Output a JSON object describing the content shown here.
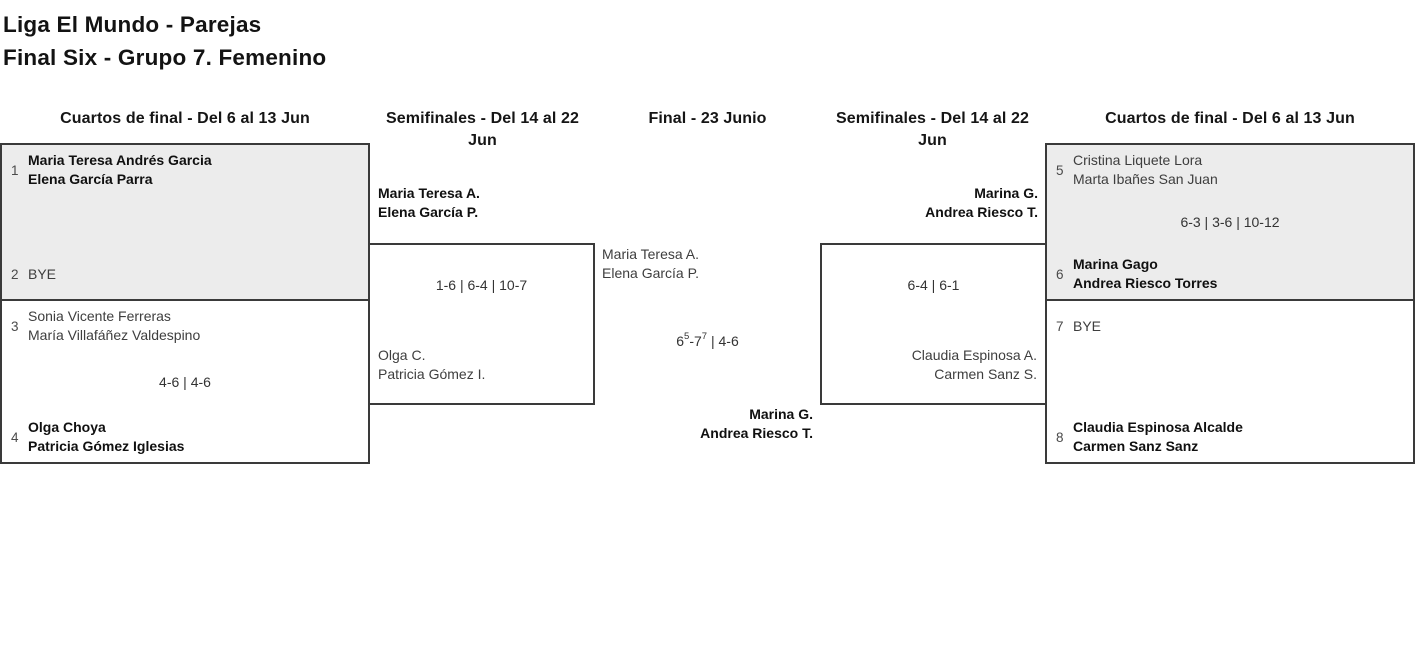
{
  "header": {
    "title_line1": "Liga El Mundo - Parejas",
    "title_line2": "Final Six - Grupo 7. Femenino"
  },
  "round_headers": [
    {
      "id": "qf-left",
      "lines": [
        "Cuartos de final - Del 6 al 13 Jun"
      ]
    },
    {
      "id": "sf-left",
      "lines": [
        "Semifinales - Del 14 al 22",
        "Jun"
      ]
    },
    {
      "id": "final",
      "lines": [
        "Final - 23 Junio"
      ]
    },
    {
      "id": "sf-right",
      "lines": [
        "Semifinales - Del 14 al 22",
        "Jun"
      ]
    },
    {
      "id": "qf-right",
      "lines": [
        "Cuartos de final - Del 6 al 13 Jun"
      ]
    }
  ],
  "matches": {
    "qf1": {
      "team_a": {
        "seed": "1",
        "lines": [
          "Maria Teresa Andrés Garcia",
          "Elena García Parra"
        ],
        "bold": true
      },
      "score": "",
      "team_b": {
        "seed": "2",
        "lines": [
          "BYE"
        ],
        "bold": false
      }
    },
    "qf2": {
      "team_a": {
        "seed": "3",
        "lines": [
          "Sonia Vicente Ferreras",
          "María Villafáñez Valdespino"
        ],
        "bold": false
      },
      "score": "4-6 | 4-6",
      "team_b": {
        "seed": "4",
        "lines": [
          "Olga Choya",
          "Patricia Gómez Iglesias"
        ],
        "bold": true
      }
    },
    "sf1": {
      "winner": {
        "lines": [
          "Maria Teresa A.",
          "Elena García P."
        ],
        "bold": true
      },
      "score": "1-6 | 6-4 | 10-7",
      "loser": {
        "lines": [
          "Olga C.",
          "Patricia Gómez I."
        ],
        "bold": false
      }
    },
    "final": {
      "team_top": {
        "lines": [
          "Maria Teresa A.",
          "Elena García P."
        ],
        "bold": false
      },
      "score_segments": [
        {
          "t": "6"
        },
        {
          "t": "5",
          "sup": true
        },
        {
          "t": "-7"
        },
        {
          "t": "7",
          "sup": true
        },
        {
          "t": " | 4-6"
        }
      ],
      "team_bottom": {
        "lines": [
          "Marina G.",
          "Andrea Riesco T."
        ],
        "bold": true
      }
    },
    "sf2": {
      "winner": {
        "lines": [
          "Marina G.",
          "Andrea Riesco T."
        ],
        "bold": true
      },
      "score": "6-4 | 6-1",
      "loser": {
        "lines": [
          "Claudia Espinosa A.",
          "Carmen Sanz S."
        ],
        "bold": false
      }
    },
    "qf3": {
      "team_a": {
        "seed": "5",
        "lines": [
          "Cristina Liquete Lora",
          "Marta Ibañes San Juan"
        ],
        "bold": false
      },
      "score": "6-3 | 3-6 | 10-12",
      "team_b": {
        "seed": "6",
        "lines": [
          "Marina Gago",
          "Andrea Riesco Torres"
        ],
        "bold": true
      }
    },
    "qf4": {
      "team_a": {
        "seed": "7",
        "lines": [
          "BYE"
        ],
        "bold": false
      },
      "score": "",
      "team_b": {
        "seed": "8",
        "lines": [
          "Claudia Espinosa Alcalde",
          "Carmen Sanz Sanz"
        ],
        "bold": true
      }
    }
  },
  "colors": {
    "border_color": "#3a3a3a",
    "box_highlight_bg": "#ececec",
    "winner_text": "#101010",
    "regular_text": "#3e3e3e"
  }
}
